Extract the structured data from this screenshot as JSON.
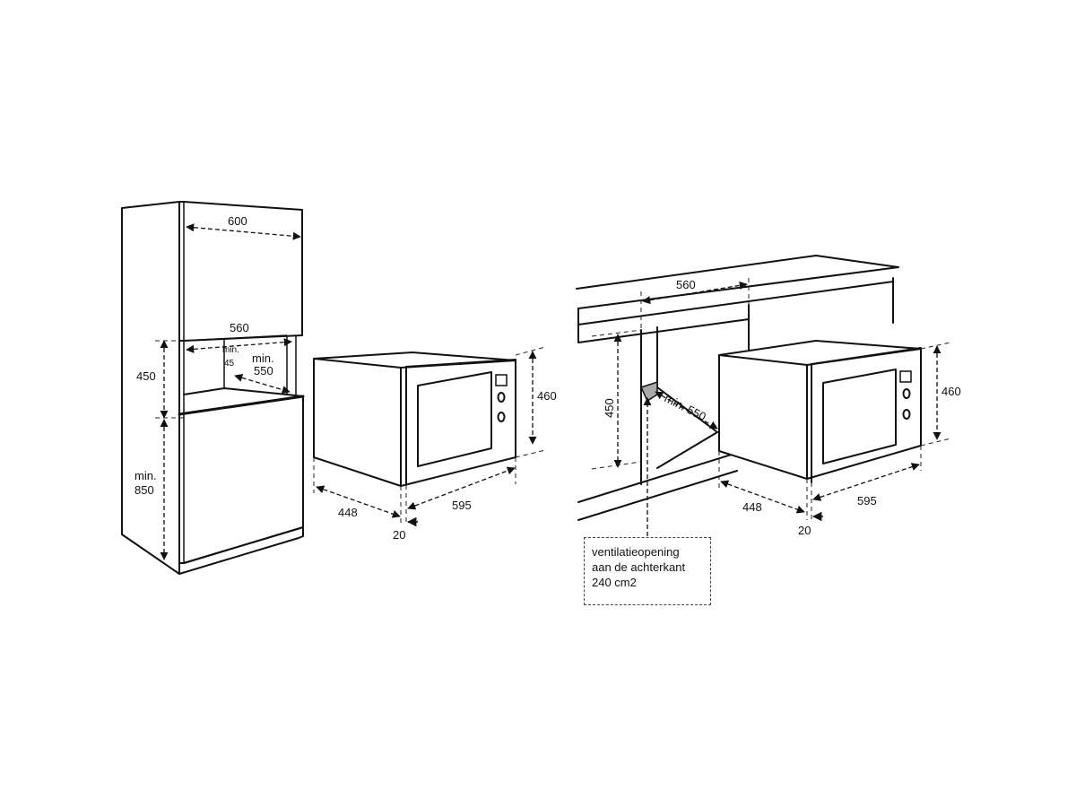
{
  "left_cabinet": {
    "width_label": "600",
    "inner_width_label": "560",
    "niche_height_label": "450",
    "min_depth_label": "min.\n550",
    "min_depth_line1": "min.",
    "min_depth_line2": "550",
    "gap_line1": "min.",
    "gap_line2": "45",
    "base_height_line1": "min.",
    "base_height_line2": "850"
  },
  "left_oven": {
    "height_label": "460",
    "width_label": "595",
    "depth_label": "448",
    "frame_label": "20"
  },
  "right_setup": {
    "inner_width_label": "560",
    "niche_height_label": "450",
    "min_depth_label": "min. 550",
    "oven_height_label": "460",
    "oven_width_label": "595",
    "oven_depth_label": "448",
    "oven_frame_label": "20",
    "ventilation_note": {
      "line1": "ventilatieopening",
      "line2": "aan de achterkant",
      "line3": "240 cm2"
    }
  }
}
